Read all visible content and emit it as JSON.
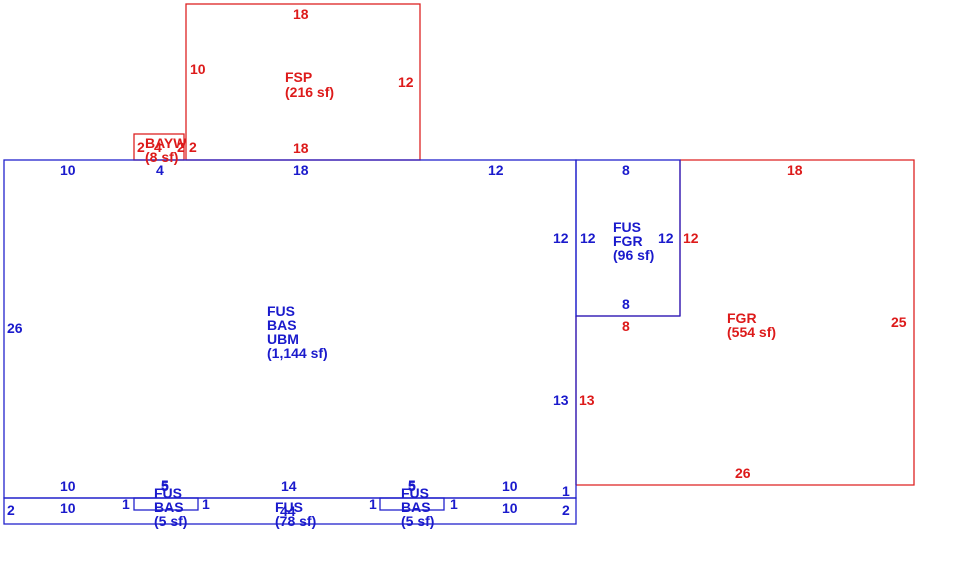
{
  "colors": {
    "blue": "#1a1acc",
    "red": "#dd1a1a"
  },
  "fsp": {
    "code": "FSP",
    "area": "(216 sf)",
    "dim_top": "18",
    "dim_left": "10",
    "dim_right": "12",
    "dim_bottom": "18"
  },
  "bay": {
    "code": "BAYW",
    "area": "(8 sf)",
    "dim_left": "2",
    "dim_top_a": "4",
    "dim_top_b": "2",
    "dim_top_c": "2"
  },
  "main": {
    "codes": [
      "FUS",
      "BAS",
      "UBM"
    ],
    "area": "(1,144 sf)",
    "dim_top_a": "10",
    "dim_top_b": "4",
    "dim_top_c": "18",
    "dim_top_d": "12",
    "dim_left": "26",
    "dim_right_upper": "12",
    "dim_right_lower": "13",
    "dim_bottom_a": "10",
    "dim_bottom_b": "5",
    "dim_bottom_c": "14",
    "dim_bottom_d": "5",
    "dim_bottom_e": "10",
    "dim_right_corner": "1"
  },
  "fus_fgr": {
    "codes": [
      "FUS",
      "FGR"
    ],
    "area": "(96 sf)",
    "dim_top": "8",
    "dim_left": "12",
    "dim_right": "12",
    "dim_bottom": "8"
  },
  "fgr": {
    "code": "FGR",
    "area": "(554 sf)",
    "dim_top": "18",
    "dim_left_upper": "12",
    "dim_inner": "8",
    "dim_left_lower": "13",
    "dim_right": "25",
    "dim_bottom": "26"
  },
  "strip": {
    "left_dim": "2",
    "right_dim": "2",
    "left_inner": "10",
    "right_inner": "10",
    "small_left": {
      "codes": [
        "FUS",
        "BAS"
      ],
      "area": "(5 sf)",
      "dim_a": "1",
      "dim_b": "1",
      "dim_top": "5"
    },
    "small_right": {
      "codes": [
        "FUS",
        "BAS"
      ],
      "area": "(5 sf)",
      "dim_a": "1",
      "dim_b": "1",
      "dim_top": "5"
    },
    "center": {
      "code": "FUS",
      "area": "(78 sf)",
      "dim": "44"
    }
  }
}
